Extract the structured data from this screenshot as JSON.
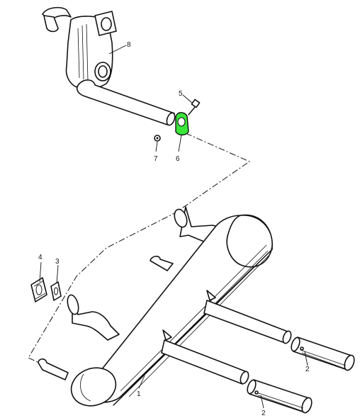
{
  "labels": {
    "part_1": "1",
    "part_2a": "2",
    "part_2b": "2",
    "part_3": "3",
    "part_4": "4",
    "part_5": "5",
    "part_6": "6",
    "part_7": "7",
    "part_8": "8"
  },
  "colors": {
    "line": "#111111",
    "highlight": "#39e639",
    "background": "#ffffff"
  }
}
